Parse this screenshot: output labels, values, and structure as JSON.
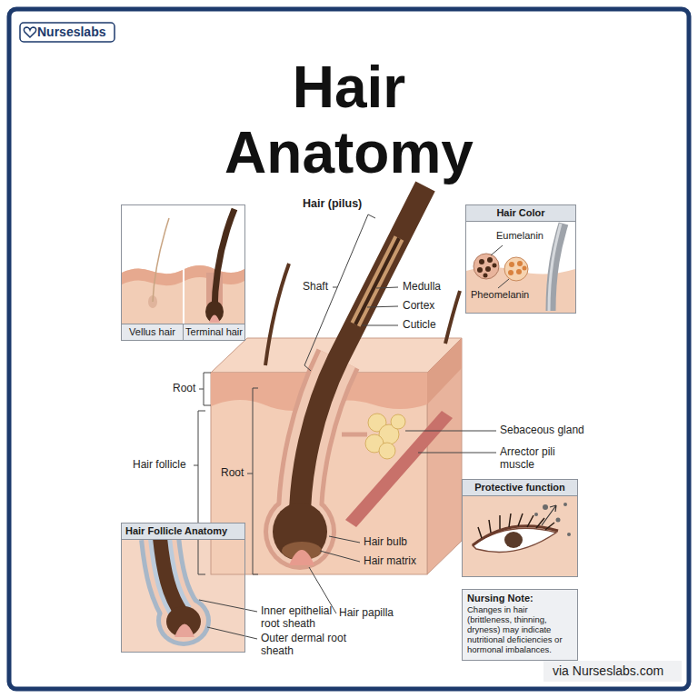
{
  "diagram": {
    "title": "Hair Anatomy",
    "nodes": [
      {
        "text": [
          "Vellus hair",
          "Terminal hair"
        ]
      },
      {
        "text": [
          "Hair Color",
          "Eumelanin",
          "Pheomelanin"
        ]
      },
      {
        "text": [
          "Hair Follicle Anatomy"
        ]
      },
      {
        "text": [
          "Protective function"
        ]
      },
      {
        "text": [
          "Nursing Note:",
          "Changes in hair (brittleness, thinning, dryness) may indicate nutritional deficiencies or hormonal imbalances."
        ]
      }
    ],
    "labels": [
      "Nurseslabs",
      "Hair (pilus)",
      "Shaft",
      "Medulla",
      "Cortex",
      "Cuticle",
      "Root",
      "Hair follicle",
      "Root",
      "Sebaceous gland",
      "Arrector pili muscle",
      "Hair bulb",
      "Hair matrix",
      "Hair papilla",
      "Inner epithelial root sheath",
      "Outer dermal root sheath",
      "via Nurseslabs.com"
    ]
  }
}
